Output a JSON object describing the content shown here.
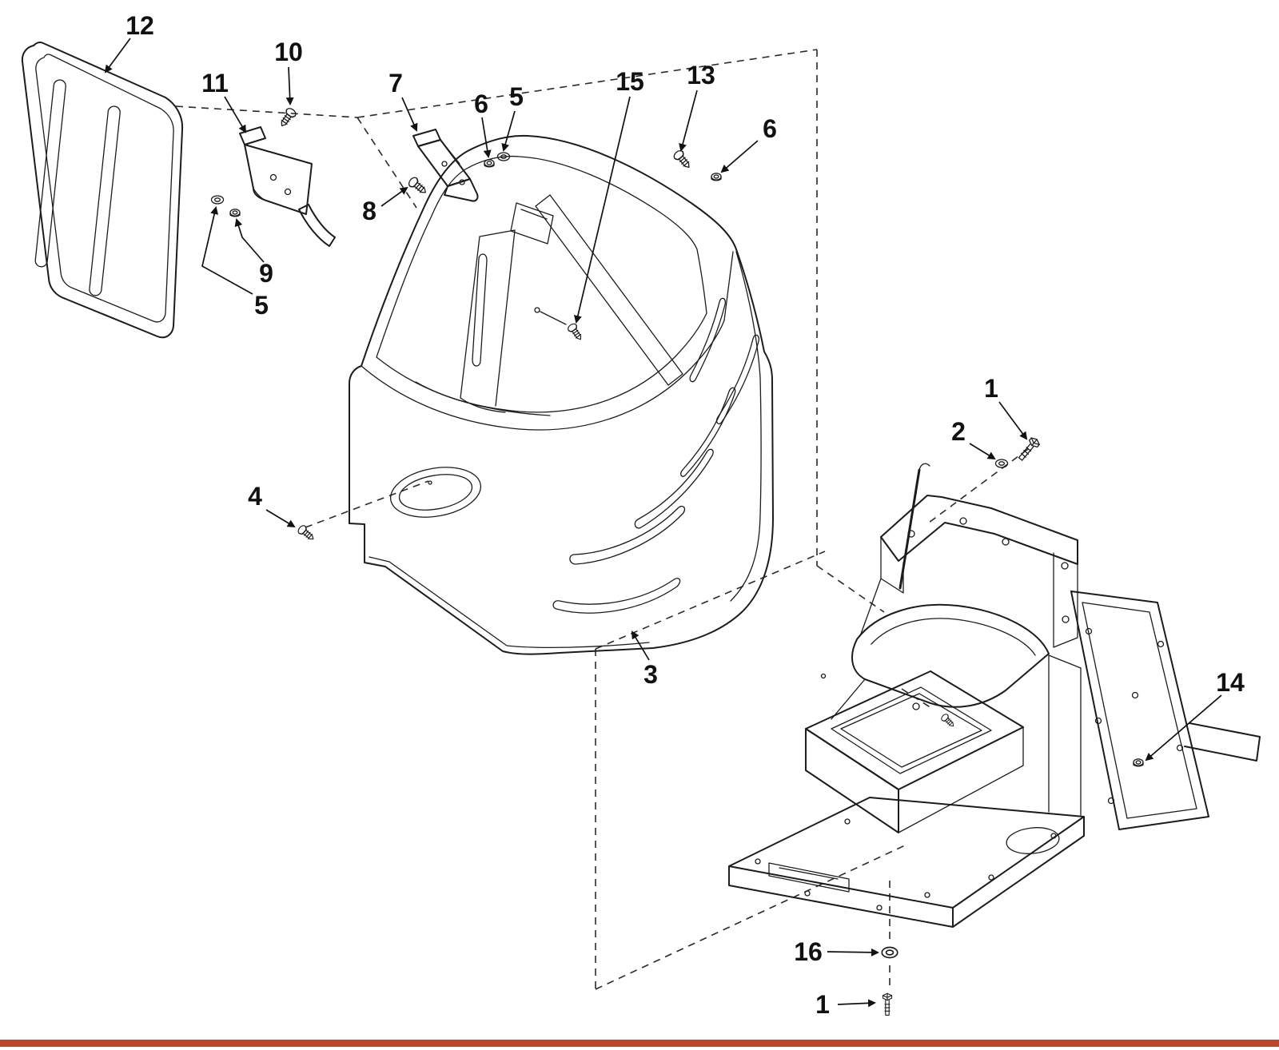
{
  "diagram": {
    "kind": "exploded-parts-diagram",
    "ink_color": "#1c1c1c",
    "footer_rule_color": "#c0452c",
    "callouts": [
      {
        "label": "12"
      },
      {
        "label": "10"
      },
      {
        "label": "11"
      },
      {
        "label": "7"
      },
      {
        "label": "6"
      },
      {
        "label": "5"
      },
      {
        "label": "15"
      },
      {
        "label": "13"
      },
      {
        "label": "6"
      },
      {
        "label": "8"
      },
      {
        "label": "9"
      },
      {
        "label": "5"
      },
      {
        "label": "4"
      },
      {
        "label": "1"
      },
      {
        "label": "2"
      },
      {
        "label": "3"
      },
      {
        "label": "14"
      },
      {
        "label": "16"
      },
      {
        "label": "1"
      }
    ]
  }
}
